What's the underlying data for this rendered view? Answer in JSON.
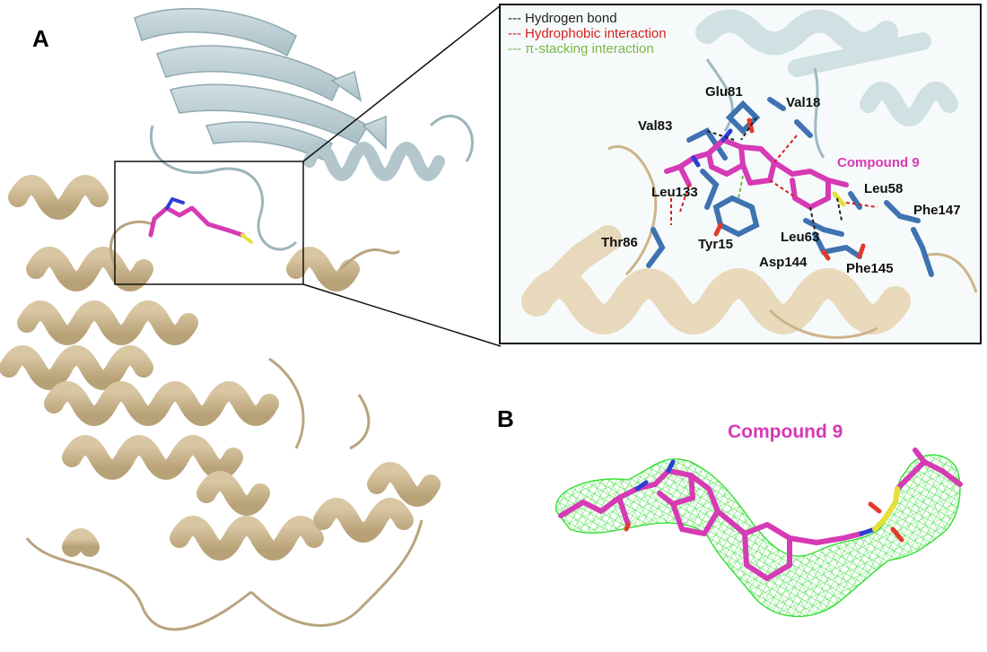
{
  "panels": {
    "a_label": "A",
    "b_label": "B"
  },
  "legend": {
    "items": [
      {
        "dash": "---",
        "label": "Hydrogen bond",
        "color": "#222222"
      },
      {
        "dash": "---",
        "label": "Hydrophobic interaction",
        "color": "#d42020"
      },
      {
        "dash": "---",
        "label": "π-stacking interaction",
        "color": "#7ab648"
      }
    ]
  },
  "residues": [
    "Glu81",
    "Val18",
    "Val83",
    "Leu133",
    "Thr86",
    "Tyr15",
    "Leu63",
    "Asp144",
    "Phe145",
    "Leu58",
    "Phe147"
  ],
  "compound_label": "Compound 9",
  "panel_b": {
    "compound_label": "Compound 9"
  },
  "colors": {
    "compound": "#d63ab4",
    "protein_n_lobe": "#b9cdd3",
    "protein_c_lobe": "#c9b48c",
    "residue_sticks": "#3f72b0",
    "density_mesh": "#33dd33",
    "sulfur": "#e5e03a",
    "oxygen": "#e23b2b",
    "nitrogen": "#2b3fd6"
  },
  "icons": {
    "zoom_box": "zoom-box-icon",
    "ligand": "ligand-stick-icon"
  }
}
